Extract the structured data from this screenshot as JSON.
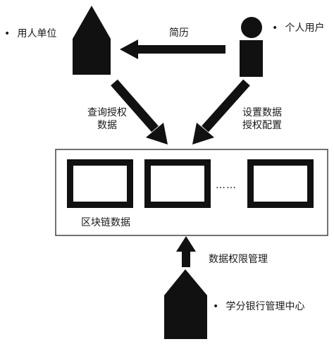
{
  "nodes": {
    "employer": {
      "label": "用人单位"
    },
    "individual": {
      "label": "个人用户"
    },
    "center": {
      "label": "学分银行管理中心"
    }
  },
  "edges": {
    "resume": "简历",
    "query_auth": [
      "查询授权",
      "数据"
    ],
    "set_data": [
      "设置数据",
      "授权配置"
    ],
    "data_permission": "数据权限管理"
  },
  "blockchain": {
    "label": "区块链数据",
    "ellipsis": "……"
  },
  "colors": {
    "ink": "#111111",
    "frame": "#444444",
    "block_inner": "#ffffff"
  }
}
